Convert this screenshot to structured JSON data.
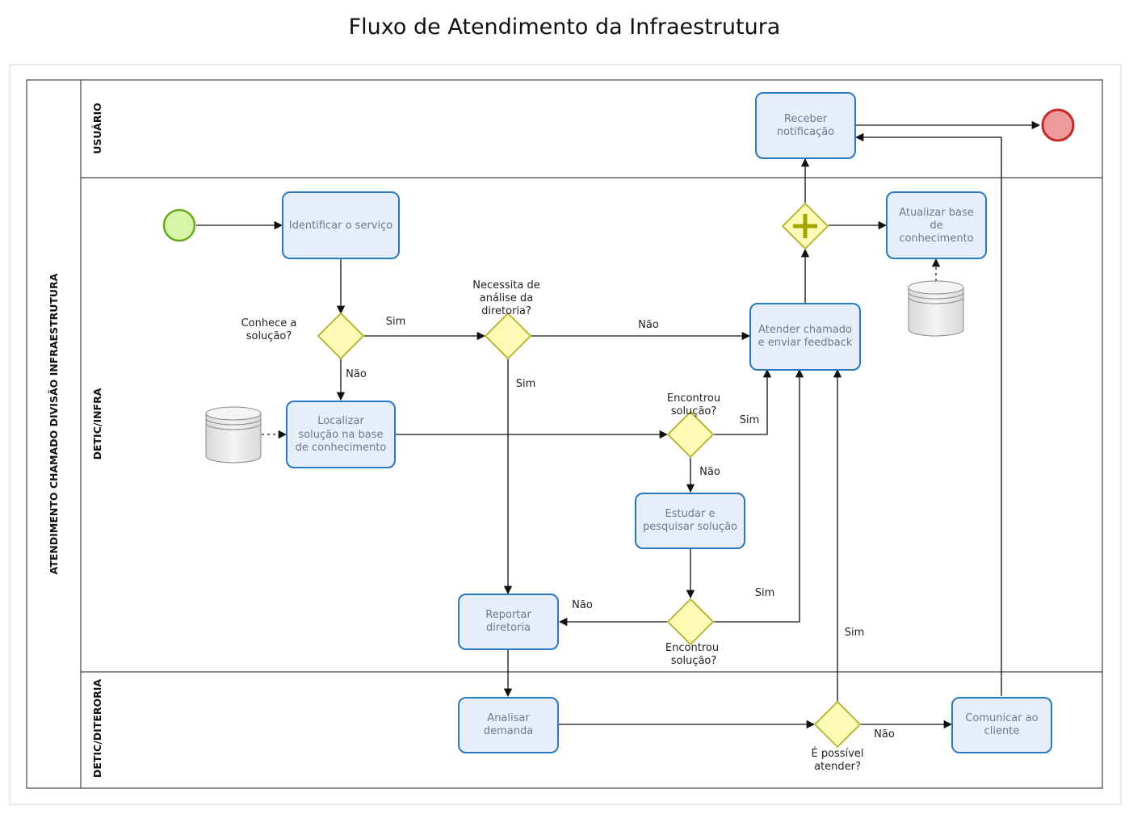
{
  "title": "Fluxo de Atendimento da Infraestrutura",
  "pool": "ATENDIMENTO CHAMADO DIVISÃO INFRAESTRUTURA",
  "lanes": {
    "usuario": "USUÁRIO",
    "infra": "DETIC/INFRA",
    "diretoria": "DETIC/DITERORIA"
  },
  "tasks": {
    "receber": [
      "Receber",
      "notificação"
    ],
    "identificar": [
      "Identificar o serviço"
    ],
    "atualizar": [
      "Atualizar base",
      "de",
      "conhecimento"
    ],
    "atender": [
      "Atender chamado",
      "e enviar feedback"
    ],
    "localizar": [
      "Localizar",
      "solução na base",
      "de conhecimento"
    ],
    "estudar": [
      "Estudar e",
      "pesquisar solução"
    ],
    "reportar": [
      "Reportar",
      "diretoria"
    ],
    "analisar": [
      "Analisar",
      "demanda"
    ],
    "comunicar": [
      "Comunicar ao",
      "cliente"
    ]
  },
  "gateways": {
    "conhece": [
      "Conhece a",
      "solução?"
    ],
    "necessita": [
      "Necessita de",
      "análise da",
      "diretoria?"
    ],
    "encontrou1": [
      "Encontrou",
      "solução?"
    ],
    "encontrou2": [
      "Encontrou",
      "solução?"
    ],
    "possivel": [
      "É possível",
      "atender?"
    ]
  },
  "flow_labels": {
    "sim": "Sim",
    "nao": "Não"
  },
  "colors": {
    "task_fill": "#e7eefb",
    "task_stroke": "#2a78c0",
    "gateway_fill": "#fdfbb5",
    "gateway_stroke": "#b8b83a",
    "start_fill": "#d6f5a8",
    "start_stroke": "#6aaa1e",
    "end_fill": "#ef9a9a",
    "end_stroke": "#c62828"
  }
}
